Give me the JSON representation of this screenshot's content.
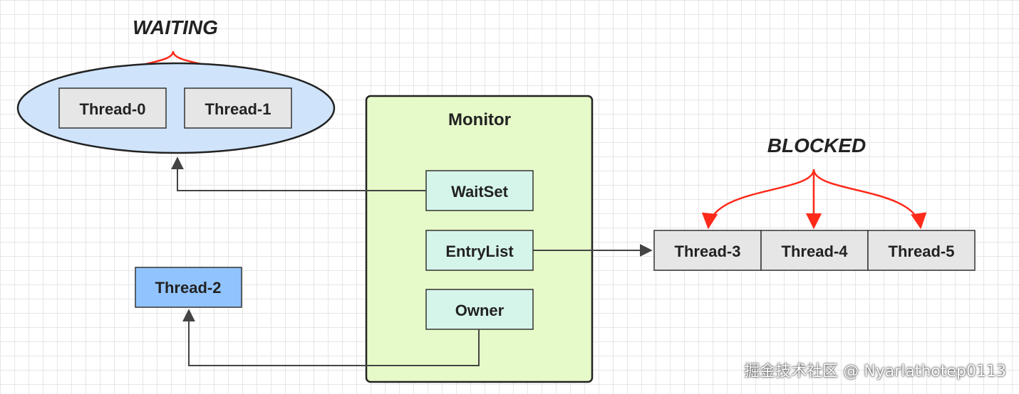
{
  "labels": {
    "waiting": "WAITING",
    "blocked": "BLOCKED",
    "monitor": "Monitor",
    "waitset": "WaitSet",
    "entrylist": "EntryList",
    "owner": "Owner",
    "waiting_threads": [
      "Thread-0",
      "Thread-1"
    ],
    "owner_thread": "Thread-2",
    "blocked_threads": [
      "Thread-3",
      "Thread-4",
      "Thread-5"
    ]
  },
  "watermark": "掘金技术社区 @ Nyarlathotep0113",
  "colors": {
    "monitor_fill": "#e6f9c8",
    "inner_box_fill": "#d6f5ea",
    "wait_ellipse_fill": "#cfe4fb",
    "thread_box_fill": "#e6e6e6",
    "owner_thread_fill": "#91c4ff",
    "red_arrow": "#ff2a1a",
    "connector": "#444444"
  }
}
